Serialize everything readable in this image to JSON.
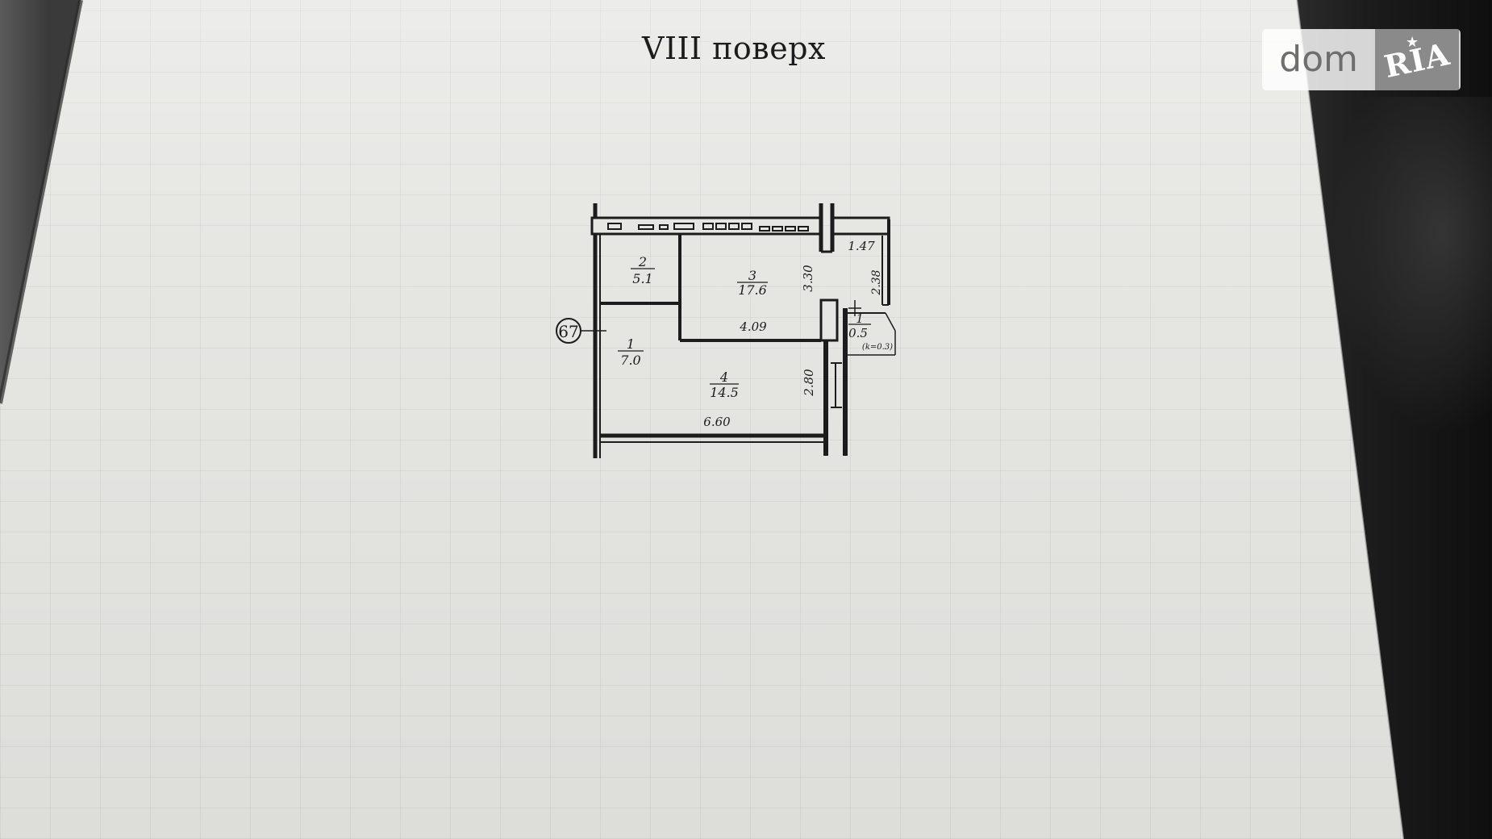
{
  "document": {
    "heading": "VIII поверх"
  },
  "floor_plan": {
    "apartment_marker": "67",
    "rooms": [
      {
        "number": "1",
        "area": "7.0"
      },
      {
        "number": "2",
        "area": "5.1"
      },
      {
        "number": "3",
        "area": "17.6"
      },
      {
        "number": "4",
        "area": "14.5"
      },
      {
        "number": "1",
        "area": "0.5"
      }
    ],
    "dimensions": {
      "d1": "1.47",
      "d2": "3.30",
      "d3": "2.38",
      "d4": "4.09",
      "d5": "2.80",
      "d6": "6.60"
    },
    "balcony_note": "(k=0.3)"
  },
  "watermark": {
    "left": "dom",
    "right": "RIA",
    "brand_gray": "#8a8a8a"
  }
}
